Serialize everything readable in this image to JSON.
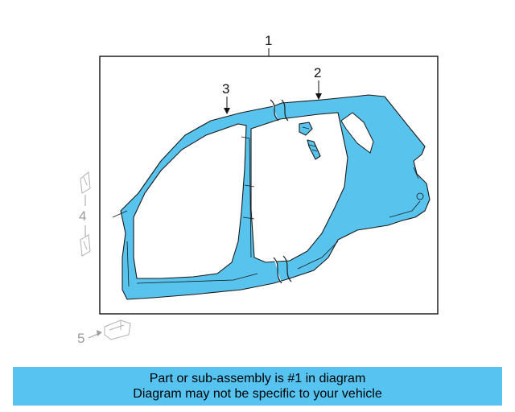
{
  "callouts": {
    "c1": "1",
    "c2": "2",
    "c3": "3",
    "c4": "4",
    "c5": "5"
  },
  "caption": {
    "line1": "Part or sub-assembly is #1 in diagram",
    "line2": "Diagram may not be specific to your vehicle"
  },
  "colors": {
    "part_fill": "#58c4ee",
    "caption_bg": "#56c3f1"
  }
}
